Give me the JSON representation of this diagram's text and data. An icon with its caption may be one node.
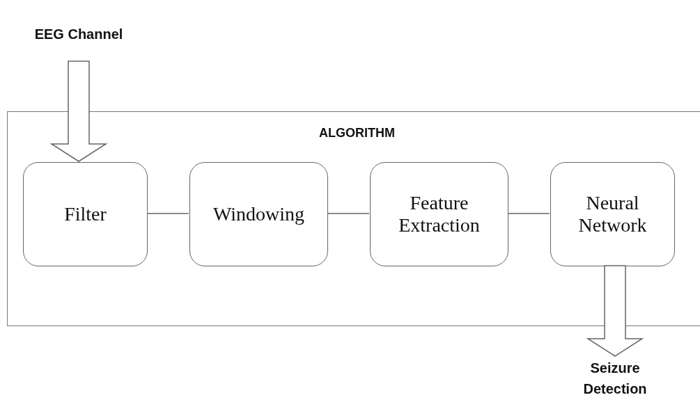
{
  "diagram": {
    "nodes": [
      {
        "text": [
          "EEG Channel"
        ]
      },
      {
        "text": [
          "ALGORITHM"
        ]
      },
      {
        "text": [
          "Filter"
        ],
        "in": 1
      },
      {
        "text": [
          "Windowing"
        ],
        "in": 1
      },
      {
        "text": [
          "Feature Extraction"
        ],
        "in": 1
      },
      {
        "text": [
          "Neural Network"
        ],
        "in": 1
      },
      {
        "text": [
          "Seizure Detection"
        ]
      }
    ],
    "edges": [
      {
        "from": 0,
        "to": 2,
        "arrow": "to"
      },
      {
        "from": 2,
        "to": 3,
        "arrow": "none"
      },
      {
        "from": 3,
        "to": 4,
        "arrow": "none"
      },
      {
        "from": 4,
        "to": 5,
        "arrow": "none"
      },
      {
        "from": 5,
        "to": 6,
        "arrow": "to"
      }
    ]
  }
}
